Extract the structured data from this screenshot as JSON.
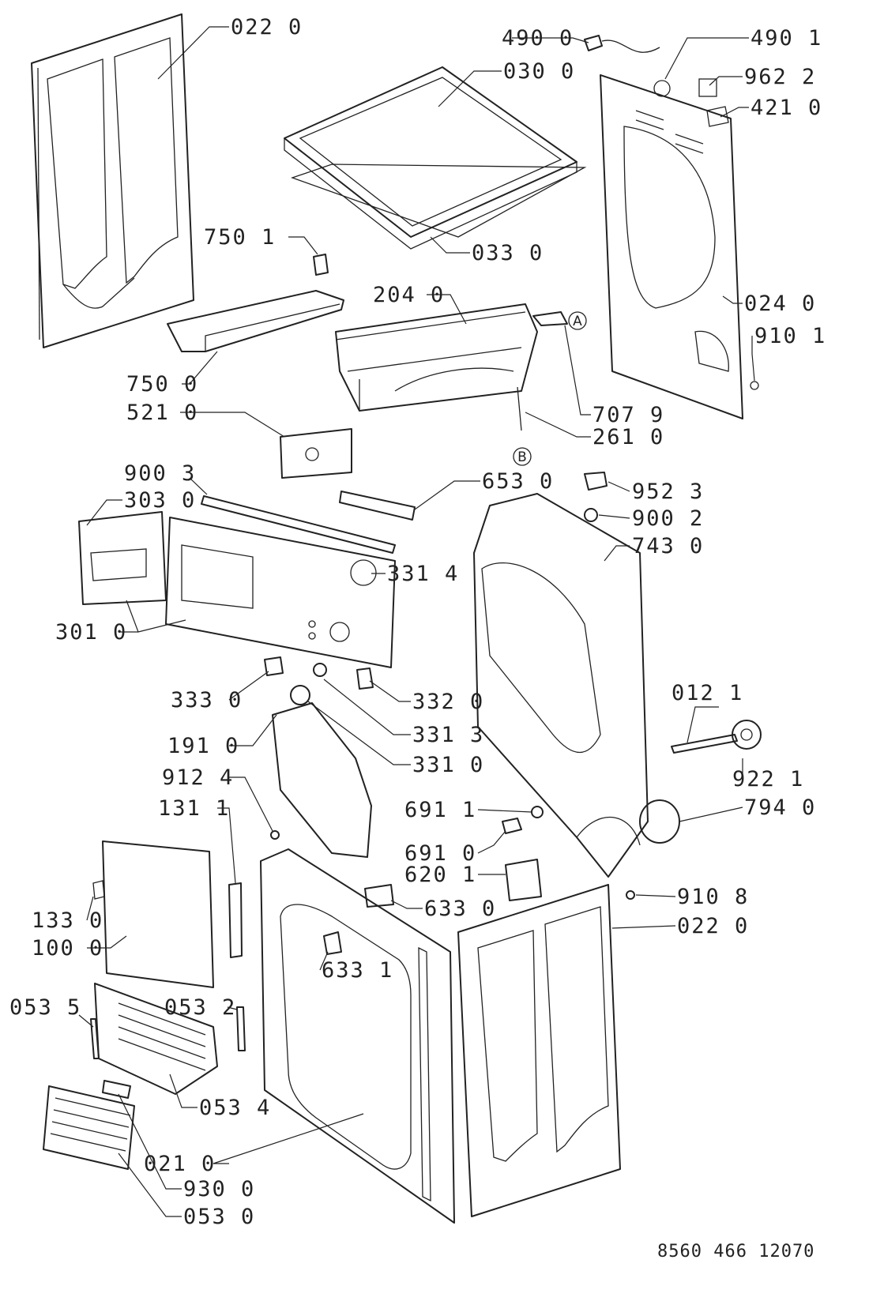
{
  "labels": [
    {
      "id": "0220-top",
      "text": "022 0"
    },
    {
      "id": "4900",
      "text": "490 0"
    },
    {
      "id": "4901",
      "text": "490 1"
    },
    {
      "id": "0300",
      "text": "030 0"
    },
    {
      "id": "9622",
      "text": "962 2"
    },
    {
      "id": "4210",
      "text": "421 0"
    },
    {
      "id": "7501",
      "text": "750 1"
    },
    {
      "id": "0330",
      "text": "033 0"
    },
    {
      "id": "2040",
      "text": "204 0"
    },
    {
      "id": "0240",
      "text": "024 0"
    },
    {
      "id": "9101",
      "text": "910 1"
    },
    {
      "id": "7500",
      "text": "750 0"
    },
    {
      "id": "7079",
      "text": "707 9"
    },
    {
      "id": "5210",
      "text": "521 0"
    },
    {
      "id": "2610",
      "text": "261 0"
    },
    {
      "id": "9003",
      "text": "900 3"
    },
    {
      "id": "6530",
      "text": "653 0"
    },
    {
      "id": "9523",
      "text": "952 3"
    },
    {
      "id": "3030",
      "text": "303 0"
    },
    {
      "id": "9002",
      "text": "900 2"
    },
    {
      "id": "7430",
      "text": "743 0"
    },
    {
      "id": "3314",
      "text": "331 4"
    },
    {
      "id": "3010",
      "text": "301 0"
    },
    {
      "id": "3330",
      "text": "333 0"
    },
    {
      "id": "3320",
      "text": "332 0"
    },
    {
      "id": "0121",
      "text": "012 1"
    },
    {
      "id": "3313",
      "text": "331 3"
    },
    {
      "id": "1910",
      "text": "191 0"
    },
    {
      "id": "3310",
      "text": "331 0"
    },
    {
      "id": "9221",
      "text": "922 1"
    },
    {
      "id": "9124",
      "text": "912 4"
    },
    {
      "id": "1311",
      "text": "131 1"
    },
    {
      "id": "6911",
      "text": "691 1"
    },
    {
      "id": "7940",
      "text": "794 0"
    },
    {
      "id": "6910",
      "text": "691 0"
    },
    {
      "id": "6201",
      "text": "620 1"
    },
    {
      "id": "6330",
      "text": "633 0"
    },
    {
      "id": "9108",
      "text": "910 8"
    },
    {
      "id": "1330",
      "text": "133 0"
    },
    {
      "id": "0220-bottom",
      "text": "022 0"
    },
    {
      "id": "1000",
      "text": "100 0"
    },
    {
      "id": "6331",
      "text": "633 1"
    },
    {
      "id": "0535",
      "text": "053 5"
    },
    {
      "id": "0532",
      "text": "053 2"
    },
    {
      "id": "0534",
      "text": "053 4"
    },
    {
      "id": "0210",
      "text": "021 0"
    },
    {
      "id": "9300",
      "text": "930 0"
    },
    {
      "id": "0530",
      "text": "053 0"
    }
  ],
  "markers": {
    "a": "A",
    "b": "B"
  },
  "drawing_number": "8560 466 12070"
}
